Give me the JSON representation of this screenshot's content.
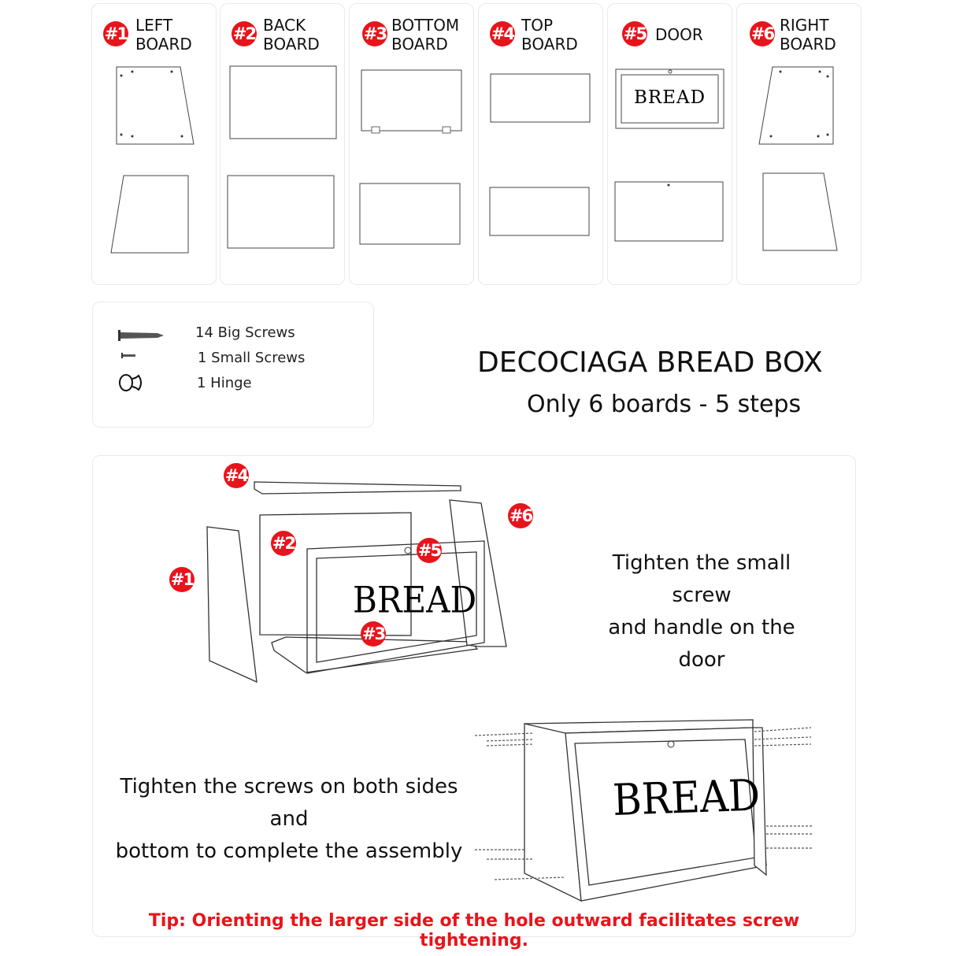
{
  "boards": [
    {
      "num": "#1",
      "line1": "LEFT",
      "line2": "BOARD"
    },
    {
      "num": "#2",
      "line1": "BACK",
      "line2": "BOARD"
    },
    {
      "num": "#3",
      "line1": "BOTTOM",
      "line2": "BOARD"
    },
    {
      "num": "#4",
      "line1": "TOP",
      "line2": "BOARD"
    },
    {
      "num": "#5",
      "line1": "DOOR",
      "line2": ""
    },
    {
      "num": "#6",
      "line1": "RIGHT",
      "line2": "BOARD"
    }
  ],
  "door_text": "BREAD",
  "hardware": [
    {
      "icon": "big-screw-icon",
      "label": "14 Big Screws"
    },
    {
      "icon": "small-screw-icon",
      "label": "1 Small Screws"
    },
    {
      "icon": "hinge-icon",
      "label": "1 Hinge"
    }
  ],
  "title": "DECOCIAGA BREAD BOX",
  "subtitle": "Only 6 boards - 5 steps",
  "step_small_screw": {
    "line1": "Tighten the small screw",
    "line2": "and handle on the door"
  },
  "step_screws": {
    "line1": "Tighten the screws on both sides and",
    "line2": "bottom to complete the assembly"
  },
  "tip": "Tip: Orienting the larger side of the hole outward facilitates screw tightening.",
  "colors": {
    "badge": "#e8141b",
    "tip": "#e8141b"
  }
}
